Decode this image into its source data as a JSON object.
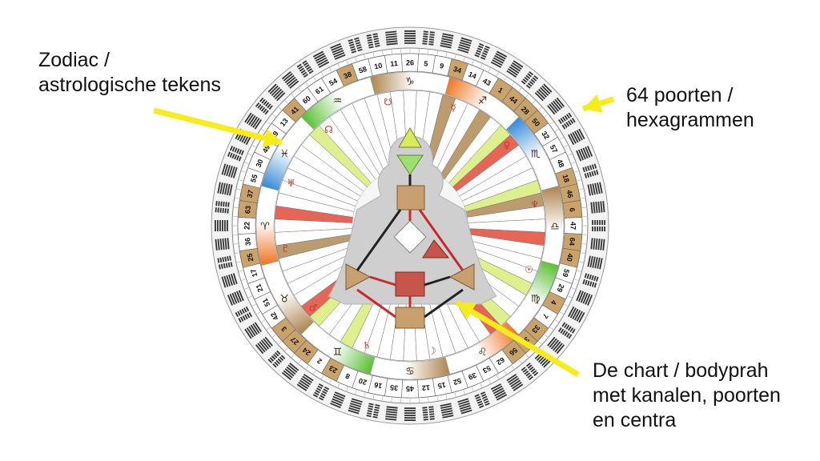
{
  "annotations": {
    "zodiac": {
      "line1": "Zodiac /",
      "line2": "astrologische tekens"
    },
    "gates": {
      "line1": "64 poorten /",
      "line2": "hexagrammen"
    },
    "chart": {
      "line1": "De chart / bodyprah",
      "line2": "met kanalen, poorten",
      "line3": "en centra"
    }
  },
  "wheel": {
    "gate_numbers": [
      "10",
      "11",
      "26",
      "5",
      "9",
      "34",
      "14",
      "43",
      "1",
      "44",
      "28",
      "50",
      "32",
      "57",
      "48",
      "18",
      "46",
      "6",
      "47",
      "64",
      "40",
      "59",
      "29",
      "4",
      "7",
      "33",
      "31",
      "56",
      "62",
      "53",
      "39",
      "52",
      "15",
      "12",
      "45",
      "35",
      "16",
      "20",
      "8",
      "23",
      "2",
      "24",
      "27",
      "3",
      "42",
      "51",
      "21",
      "17",
      "25",
      "36",
      "22",
      "63",
      "37",
      "55",
      "30",
      "49",
      "19",
      "13",
      "41",
      "60",
      "61",
      "54",
      "38",
      "58"
    ],
    "highlighted_gates": [
      "34",
      "1",
      "44",
      "28",
      "50",
      "18",
      "46",
      "6",
      "64",
      "40",
      "4",
      "33",
      "31",
      "56",
      "23",
      "24",
      "27",
      "3",
      "25",
      "63",
      "37",
      "41",
      "38"
    ],
    "zodiac_signs": [
      "♑",
      "♐",
      "♏",
      "♎",
      "♍",
      "♌",
      "♋",
      "♊",
      "♉",
      "♈",
      "♓",
      "♒"
    ],
    "planet_symbols": [
      "☿",
      "♀",
      "♆",
      "☉",
      "♃",
      "☽",
      "♄",
      "♂",
      "♇",
      "♅",
      "☊",
      "☋"
    ],
    "colors": {
      "arrow": "#f5ec1a",
      "band_orange": "#f07a2a",
      "band_green": "#5fc23a",
      "band_blue": "#3b8fd8",
      "band_brown": "#b08a55",
      "band_red": "#e04a3a",
      "band_lime": "#d8ec7a",
      "center_yellow": "#e8d84a",
      "center_red": "#c8554a",
      "center_tan": "#c8a070",
      "center_white": "#ffffff"
    }
  }
}
